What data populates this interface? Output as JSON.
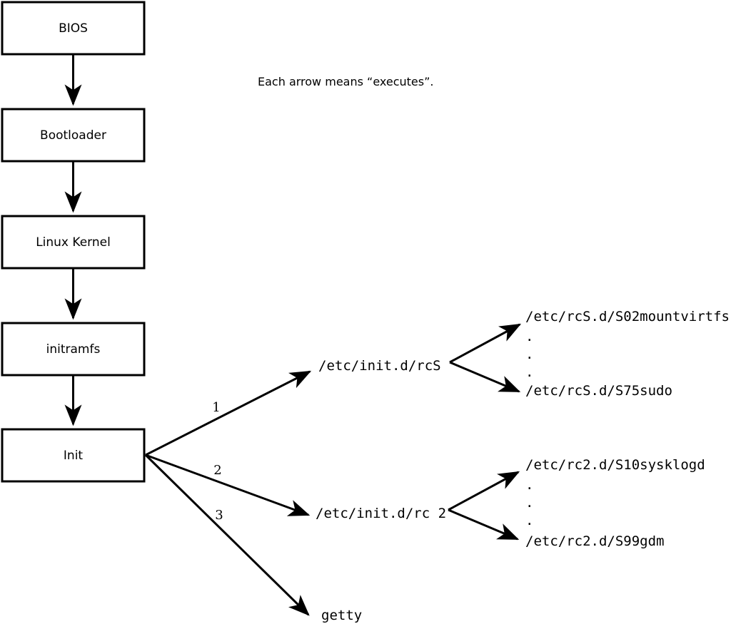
{
  "diagram": {
    "title_note": "Each arrow means “executes”.",
    "boot_chain": [
      {
        "id": "bios",
        "label": "BIOS"
      },
      {
        "id": "bootloader",
        "label": "Bootloader"
      },
      {
        "id": "kernel",
        "label": "Linux Kernel"
      },
      {
        "id": "initramfs",
        "label": "initramfs"
      },
      {
        "id": "init",
        "label": "Init"
      }
    ],
    "init_branches": [
      {
        "number": "1",
        "label": "/etc/init.d/rcS"
      },
      {
        "number": "2",
        "label": "/etc/init.d/rc 2"
      },
      {
        "number": "3",
        "label": "getty"
      }
    ],
    "rcs_children": {
      "first": "/etc/rcS.d/S02mountvirtfs",
      "last": "/etc/rcS.d/S75sudo",
      "ellipsis": [
        ".",
        ".",
        "."
      ]
    },
    "rc2_children": {
      "first": "/etc/rc2.d/S10sysklogd",
      "last": "/etc/rc2.d/S99gdm",
      "ellipsis": [
        ".",
        ".",
        "."
      ]
    },
    "colors": {
      "stroke": "#000000",
      "fill": "#ffffff",
      "background": "#ffffff"
    }
  }
}
